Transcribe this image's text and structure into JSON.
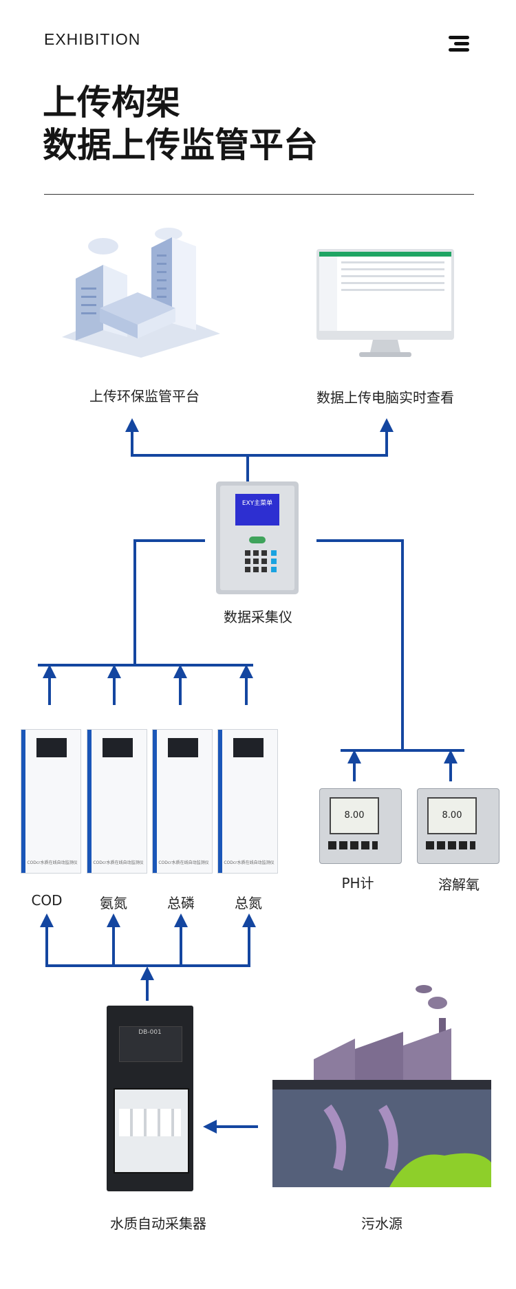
{
  "header": {
    "eyebrow": "EXHIBITION",
    "title_line1": "上传构架",
    "title_line2": "数据上传监管平台"
  },
  "nodes": {
    "platform": "上传环保监管平台",
    "pc": "数据上传电脑实时查看",
    "collector": "数据采集仪",
    "collector_screen_title": "EXY主菜单",
    "analyzers": [
      "COD",
      "氨氮",
      "总磷",
      "总氮"
    ],
    "analyzer_plate": "CODcr水质在线自动监测仪",
    "ph": "PH计",
    "do": "溶解氧",
    "meter_value": "8.00",
    "sampler": "水质自动采集器",
    "sampler_plate": "DB-001",
    "source": "污水源"
  },
  "colors": {
    "wire": "#1446a0",
    "device_gray": "#c9cdd3",
    "device_dark": "#222428",
    "pc_accent": "#1fa463"
  }
}
